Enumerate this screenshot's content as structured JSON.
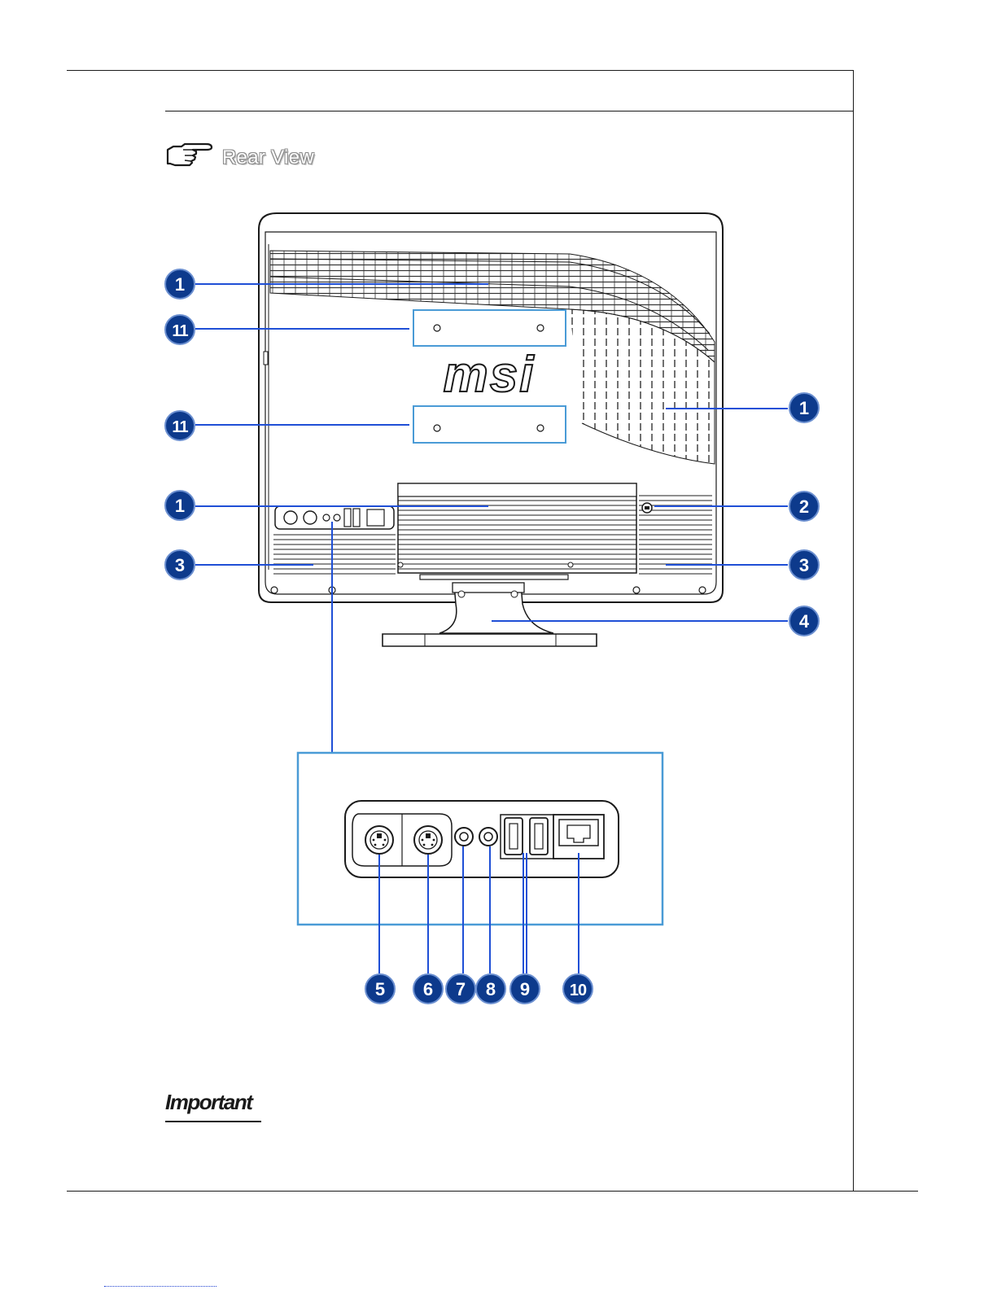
{
  "section": {
    "title": "Rear View",
    "pointer_icon": "pointing-hand-icon"
  },
  "callouts": {
    "vent_top": "1",
    "vesa_upper": "11",
    "vent_right": "1",
    "vesa_lower": "11",
    "vent_lower": "1",
    "lock_slot": "2",
    "speaker_left": "3",
    "speaker_right": "3",
    "stand": "4",
    "port_mouse": "5",
    "port_keyboard": "6",
    "port_audio_a": "7",
    "port_audio_b": "8",
    "port_usb": "9",
    "port_lan": "10"
  },
  "product": {
    "logo": "msi"
  },
  "important": {
    "label": "Important"
  },
  "colors": {
    "badge": "#0d3a8c",
    "leader": "#1f4fd6",
    "highlight_box": "#4a9bd6",
    "line": "#1a1a1a"
  }
}
